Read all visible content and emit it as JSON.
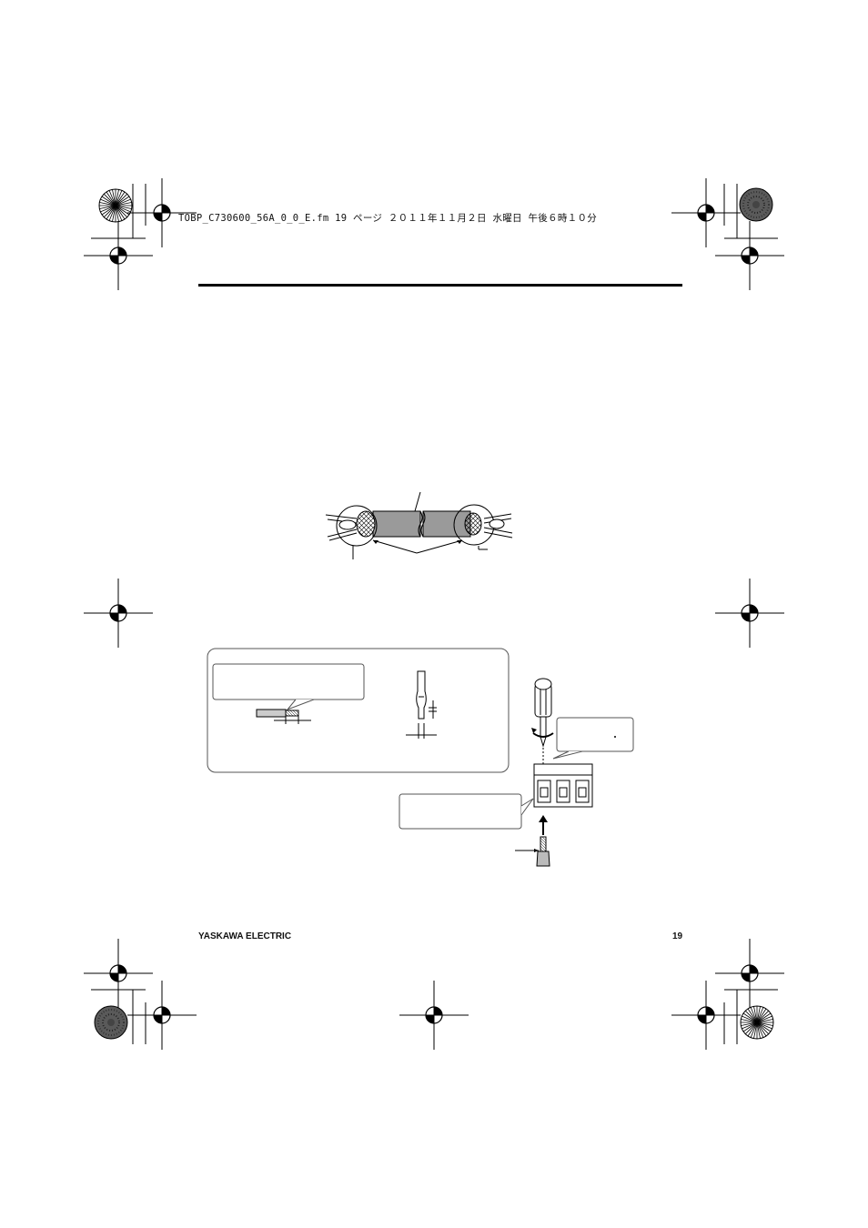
{
  "header": {
    "print_info": "TOBP_C730600_56A_0_0_E.fm  19 ページ  ２０１１年１１月２日  水曜日  午後６時１０分"
  },
  "footer": {
    "company": "YASKAWA ELECTRIC",
    "page_number": "19"
  },
  "figures": {
    "shielded_cable": {
      "icon": "shielded-cable-diagram"
    },
    "terminal_wiring": {
      "icon": "terminal-block-wiring-diagram"
    }
  },
  "colors": {
    "ink": "#111111",
    "shield_gray": "#9a9a9a"
  }
}
